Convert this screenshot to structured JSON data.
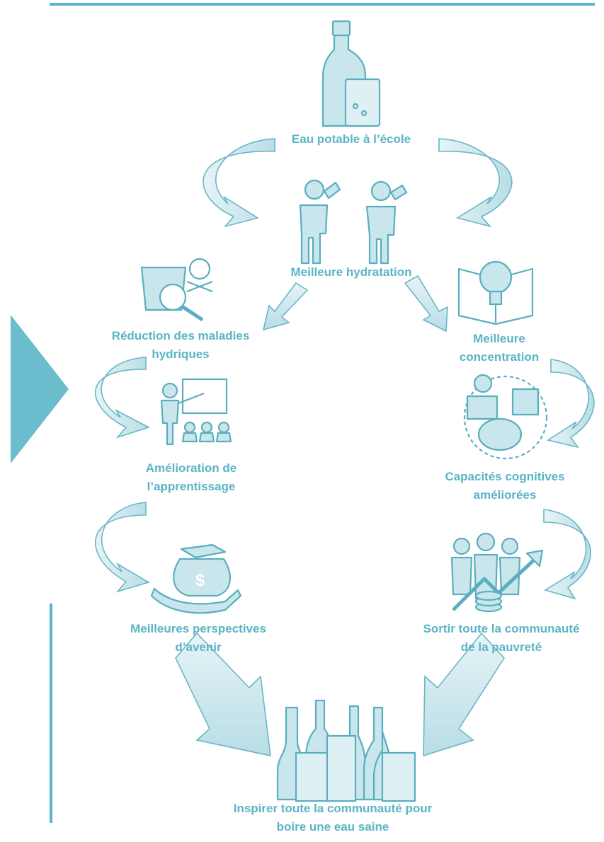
{
  "colors": {
    "accent": "#5ab4c6",
    "icon_fill": "#c8e6ec",
    "icon_stroke": "#5aaebf",
    "arrow_fill": "#d3ecf1",
    "text": "#5ab4c6"
  },
  "nodes": {
    "safe_water": {
      "lines": [
        "Eau potable à l’école"
      ],
      "icon": "bottle-and-glass-icon"
    },
    "hydration": {
      "lines": [
        "Meilleure hydratation"
      ],
      "icon": "children-drinking-icon"
    },
    "disease": {
      "lines": [
        "Réduction des maladies",
        "hydriques"
      ],
      "icon": "contaminated-water-icon"
    },
    "concentration": {
      "lines": [
        "Meilleure",
        "concentration"
      ],
      "icon": "book-lightbulb-icon"
    },
    "learning": {
      "lines": [
        "Amélioration de",
        "l’apprentissage"
      ],
      "icon": "teacher-classroom-icon"
    },
    "cognitive": {
      "lines": [
        "Capacités cognitives",
        "améliorées"
      ],
      "icon": "student-brain-icon"
    },
    "prospects": {
      "lines": [
        "Meilleures perspectives",
        "d’avenir"
      ],
      "icon": "money-hand-icon"
    },
    "poverty": {
      "lines": [
        "Sortir toute la communauté",
        "de la pauvreté"
      ],
      "icon": "community-growth-icon"
    },
    "inspire": {
      "lines": [
        "Inspirer toute la communauté pour",
        "boire une eau saine"
      ],
      "icon": "bottles-and-glasses-icon"
    }
  }
}
